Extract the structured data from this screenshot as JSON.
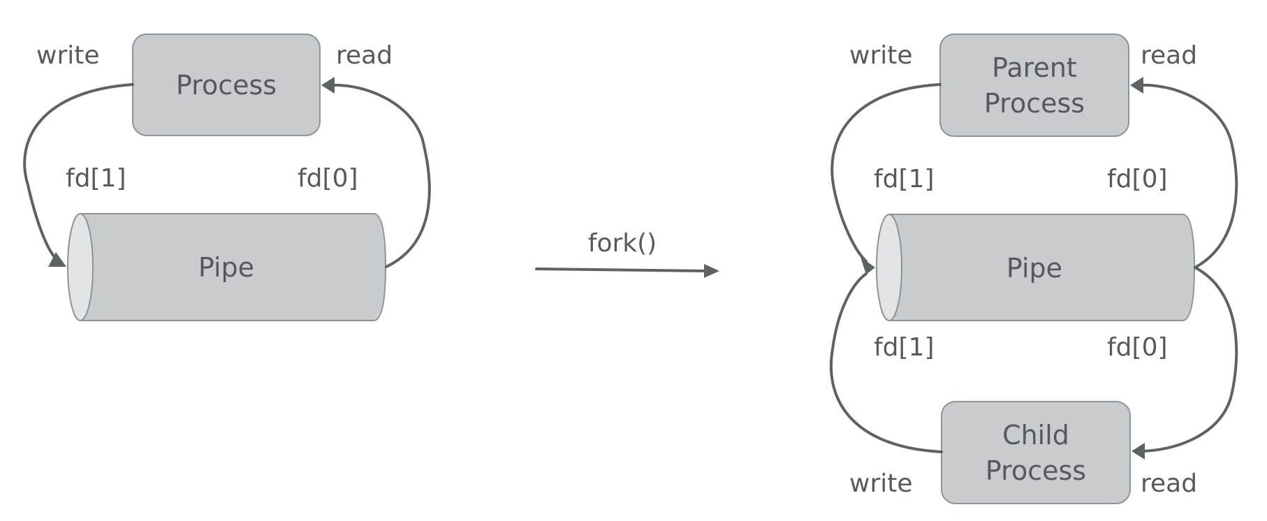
{
  "left": {
    "process_label": "Process",
    "pipe_label": "Pipe",
    "write_label": "write",
    "read_label": "read",
    "fd_write_label": "fd[1]",
    "fd_read_label": "fd[0]"
  },
  "transition": {
    "label": "fork()"
  },
  "right": {
    "parent_label_line1": "Parent",
    "parent_label_line2": "Process",
    "child_label_line1": "Child",
    "child_label_line2": "Process",
    "pipe_label": "Pipe",
    "parent_write_label": "write",
    "parent_read_label": "read",
    "child_write_label": "write",
    "child_read_label": "read",
    "parent_fd_write_label": "fd[1]",
    "parent_fd_read_label": "fd[0]",
    "child_fd_write_label": "fd[1]",
    "child_fd_read_label": "fd[0]"
  },
  "colors": {
    "box_fill": "#c9ccce",
    "box_stroke": "#8e9397",
    "arrow": "#5d6265",
    "text": "#555a5e"
  }
}
